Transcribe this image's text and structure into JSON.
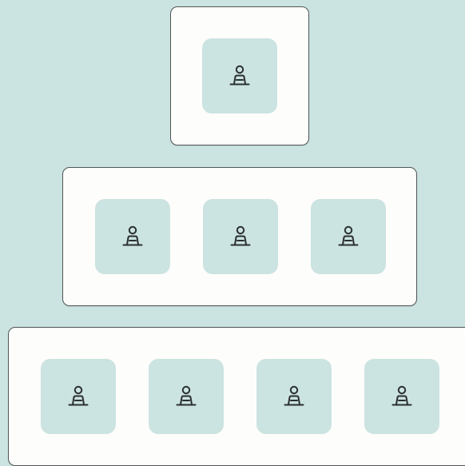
{
  "colors": {
    "background": "#cbe3e1",
    "tier_fill": "#fdfdfb",
    "tier_border": "#4f5656",
    "tile_fill": "#cbe3e1",
    "icon_stroke": "#2a2f2f"
  },
  "icon": "person-at-laptop-icon",
  "tiers": [
    {
      "level": 1,
      "member_count": 1
    },
    {
      "level": 2,
      "member_count": 3
    },
    {
      "level": 3,
      "member_count": 4
    }
  ]
}
